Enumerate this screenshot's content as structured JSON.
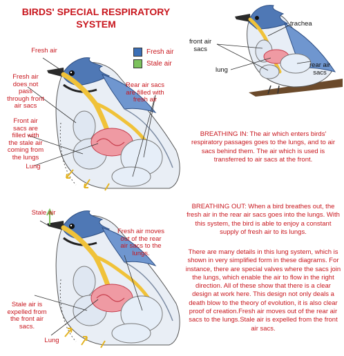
{
  "title": "BIRDS' SPECIAL RESPIRATORY\nSYSTEM",
  "legend": {
    "items": [
      {
        "label": "Fresh air",
        "color": "#3b6fb6"
      },
      {
        "label": "Stale air",
        "color": "#7cc25d"
      }
    ]
  },
  "diagram1": {
    "labels": {
      "fresh_air": "Fresh air",
      "fresh_not_pass": "Fresh air\ndoes not\npass\nthrough front\nair sacs",
      "front_sacs_filled": "Front air\nsacs are\nfilled with\nthe stale air\ncoming from\nthe lungs",
      "lung": "Lung",
      "rear_sacs_filled": "Rear air sacs\nare filled with\nfresh air"
    }
  },
  "diagram2": {
    "labels": {
      "trachea": "trachea",
      "front_air_sacs": "front air\nsacs",
      "lung": "lung",
      "rear_air_sacs": "rear air\nsacs"
    }
  },
  "diagram3": {
    "labels": {
      "stale_air": "Stale air",
      "fresh_moves": "Fresh air moves\nout of the rear\nair sacs to the\nlungs.",
      "stale_expelled": "Stale air is\nexpelled from\nthe front air\nsacs.",
      "lung": "Lung"
    }
  },
  "text": {
    "breathing_in": "BREATHING IN: The air which enters birds' respiratory passages goes to the lungs, and to air sacs behind them. The air which is used is transferred to air sacs at the front.",
    "breathing_out": "BREATHING OUT: When a bird breathes out, the fresh air in the rear air sacs goes into the lungs. With this system, the bird is able to enjoy a constant supply of fresh air to its lungs.",
    "details": "There are many details in this lung system, which is shown in very simplified form in these diagrams. For instance, there are special valves where the sacs join the lungs, which enable the air to flow in the right direction. All of these show that there is a clear design at work here. This design not only deals a death blow to the theory of evolution, it is also clear proof of creation.Fresh air moves out of the rear air sacs to the lungs.Stale air is expelled from the front air sacs."
  }
}
